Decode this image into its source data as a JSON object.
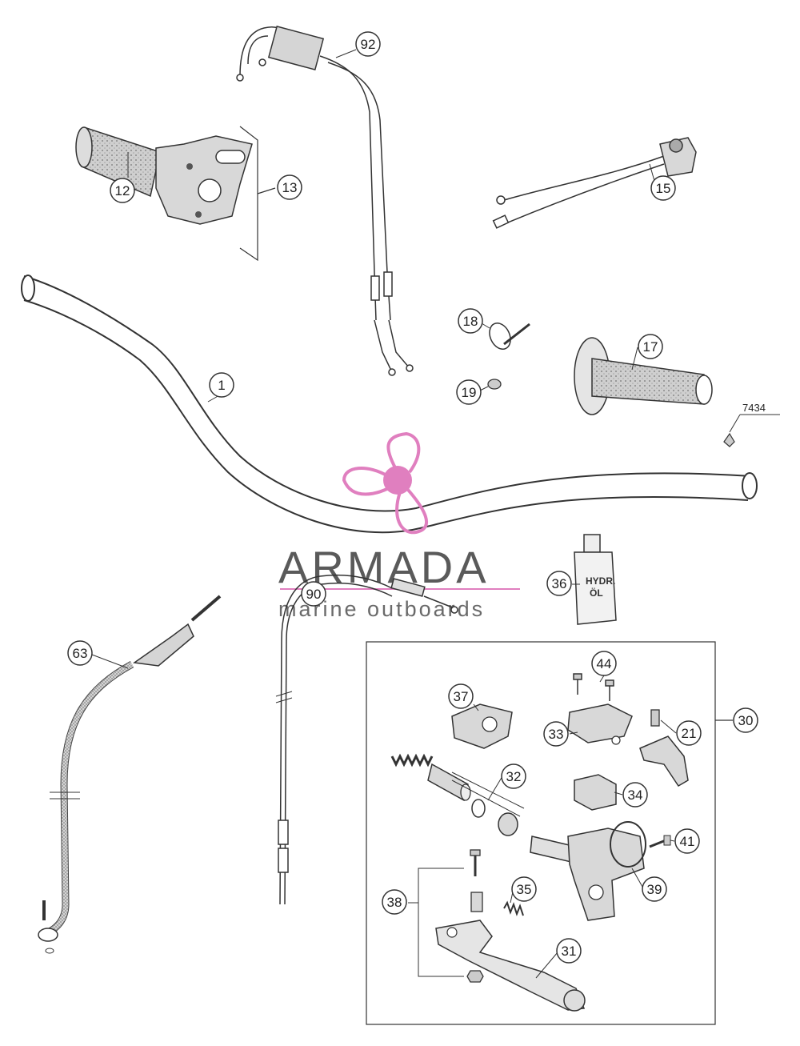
{
  "callouts": {
    "c92": "92",
    "c12": "12",
    "c13": "13",
    "c15": "15",
    "c18": "18",
    "c17": "17",
    "c19": "19",
    "c1": "1",
    "c36": "36",
    "c90": "90",
    "c63": "63",
    "c44": "44",
    "c37": "37",
    "c30": "30",
    "c33": "33",
    "c21": "21",
    "c32": "32",
    "c34": "34",
    "c41": "41",
    "c39": "39",
    "c35": "35",
    "c38": "38",
    "c31": "31"
  },
  "part_number": "7434",
  "bottle_label": {
    "line1": "HYDR.",
    "line2": "ÖL"
  },
  "watermark": {
    "title": "ARMADA",
    "subtitle": "marine outboards",
    "color": "#e07fbf"
  },
  "colors": {
    "line": "#333333",
    "part_fill": "#e8e8e8",
    "shade": "#bdbdbd",
    "logo_pink": "#e07fbf"
  }
}
